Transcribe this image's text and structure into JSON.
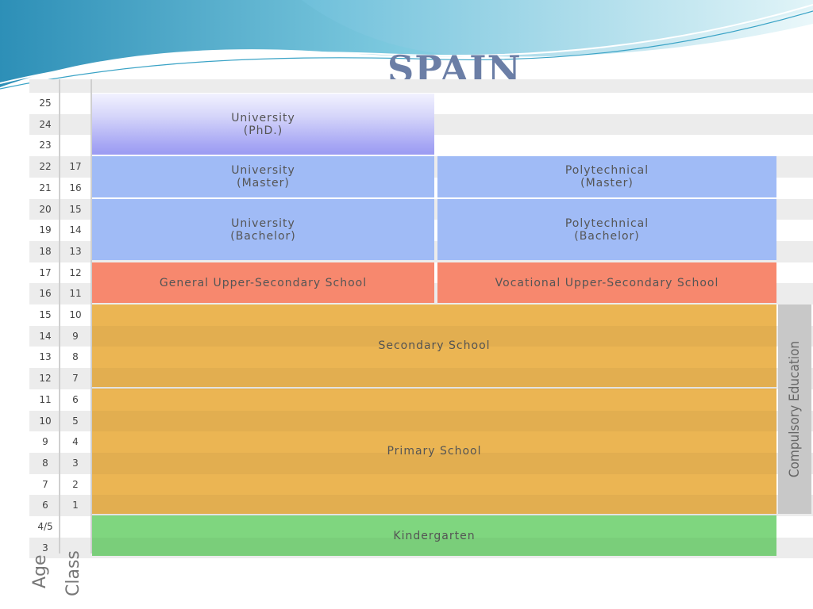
{
  "title": "SPAIN",
  "colors": {
    "phd": "#9b9bf2",
    "university_polytechnic": "#a0bbf6",
    "upper_secondary": "#f7886e",
    "secondary_primary": "#ebb553",
    "kindergarten": "#7fd67f",
    "compulsory": "#c8c8c8"
  },
  "axes": {
    "age": "Age",
    "class": "Class"
  },
  "rows": [
    {
      "age": "25",
      "class": ""
    },
    {
      "age": "24",
      "class": ""
    },
    {
      "age": "23",
      "class": ""
    },
    {
      "age": "22",
      "class": "17"
    },
    {
      "age": "21",
      "class": "16"
    },
    {
      "age": "20",
      "class": "15"
    },
    {
      "age": "19",
      "class": "14"
    },
    {
      "age": "18",
      "class": "13"
    },
    {
      "age": "17",
      "class": "12"
    },
    {
      "age": "16",
      "class": "11"
    },
    {
      "age": "15",
      "class": "10"
    },
    {
      "age": "14",
      "class": "9"
    },
    {
      "age": "13",
      "class": "8"
    },
    {
      "age": "12",
      "class": "7"
    },
    {
      "age": "11",
      "class": "6"
    },
    {
      "age": "10",
      "class": "5"
    },
    {
      "age": "9",
      "class": "4"
    },
    {
      "age": "8",
      "class": "3"
    },
    {
      "age": "7",
      "class": "2"
    },
    {
      "age": "6",
      "class": "1"
    },
    {
      "age": "4/5",
      "class": ""
    },
    {
      "age": "3",
      "class": ""
    }
  ],
  "bands": {
    "phd": {
      "line1": "University",
      "line2": "(PhD.)"
    },
    "uni_master": {
      "line1": "University",
      "line2": "(Master)"
    },
    "poly_master": {
      "line1": "Polytechnical",
      "line2": "(Master)"
    },
    "uni_bachelor": {
      "line1": "University",
      "line2": "(Bachelor)"
    },
    "poly_bachelor": {
      "line1": "Polytechnical",
      "line2": "(Bachelor)"
    },
    "general_upper": "General Upper-Secondary School",
    "vocational_upper": "Vocational Upper-Secondary School",
    "secondary": "Secondary School",
    "primary": "Primary School",
    "kindergarten": "Kindergarten"
  },
  "compulsory": "Compulsory Education"
}
